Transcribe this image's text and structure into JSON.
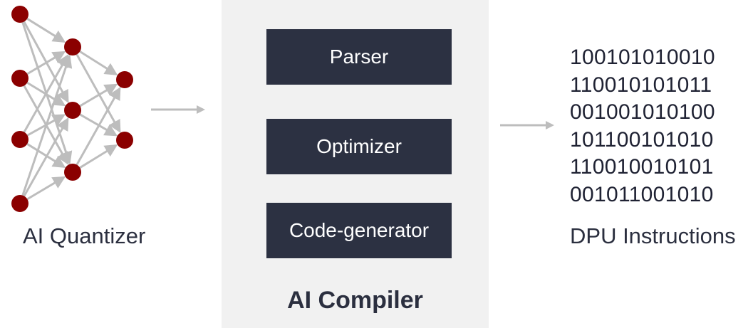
{
  "quantizer": {
    "caption": "AI Quantizer"
  },
  "compiler": {
    "stages": [
      "Parser",
      "Optimizer",
      "Code-generator"
    ],
    "title": "AI Compiler"
  },
  "output": {
    "binary_lines": [
      "100101010010",
      "110010101011",
      "001001010100",
      "101100101010",
      "110010010101",
      "001011001010"
    ],
    "caption": "DPU Instructions"
  },
  "colors": {
    "node": "#8b0000",
    "edge": "#bdbdbd",
    "box": "#2c3142",
    "panel": "#f1f1f1",
    "text": "#2b2f3f"
  }
}
